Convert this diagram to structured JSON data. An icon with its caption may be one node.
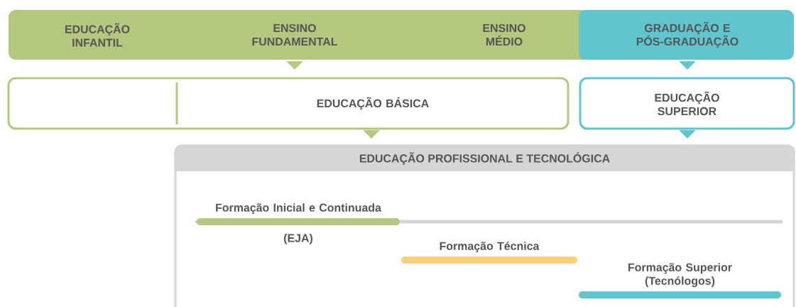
{
  "diagram": {
    "nodes": [
      {
        "text": [
          "EDUCAÇÃO INFANTIL",
          "ENSINO FUNDAMENTAL",
          "ENSINO MÉDIO"
        ]
      },
      {
        "text": [
          "GRADUAÇÃO E PÓS-GRADUAÇÃO"
        ]
      },
      {
        "text": [
          "EDUCAÇÃO BÁSICA"
        ]
      },
      {
        "text": [
          "EDUCAÇÃO SUPERIOR"
        ]
      },
      {
        "text": [
          "EDUCAÇÃO PROFISSIONAL E TECNOLÓGICA"
        ]
      },
      {
        "text": [
          "Formação Inicial e Continuada"
        ],
        "beside": [
          "(EJA)"
        ],
        "in": 4
      },
      {
        "text": [
          "Formação Técnica"
        ],
        "in": 4
      },
      {
        "text": [
          "Formação Superior (Tecnólogos)"
        ],
        "in": 4
      }
    ],
    "edges": [
      {
        "from": 0,
        "to": 2,
        "arrow": "to",
        "color": "#b5c97e"
      },
      {
        "from": 1,
        "to": 3,
        "arrow": "to",
        "color": "#5fc6cf"
      },
      {
        "from": 2,
        "to": 4,
        "arrow": "to",
        "color": "#b5c97e"
      },
      {
        "from": 3,
        "to": 4,
        "arrow": "to",
        "color": "#5fc6cf"
      }
    ]
  }
}
